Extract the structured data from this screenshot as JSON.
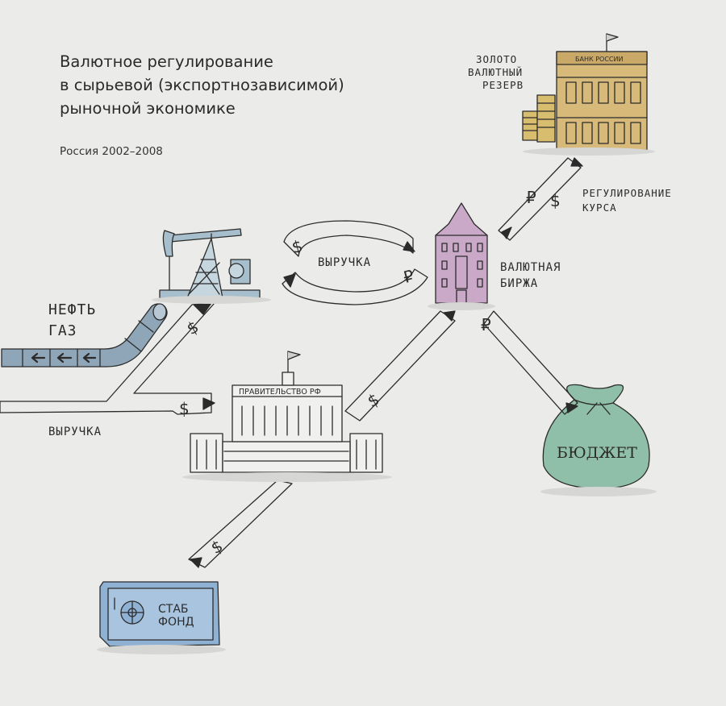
{
  "title_lines": [
    "Валютное регулирование",
    "в сырьевой (экспортнозависимой)",
    "рыночной экономике"
  ],
  "subtitle": "Россия 2002–2008",
  "labels": {
    "oil": "НЕФТЬ",
    "gas": "ГАЗ",
    "revenue_top": "ВЫРУЧКА",
    "revenue_bottom": "ВЫРУЧКА",
    "exchange_line1": "ВАЛЮТНАЯ",
    "exchange_line2": "БИРЖА",
    "reserve_line1": "ЗОЛОТО",
    "reserve_line2": "ВАЛЮТНЫЙ",
    "reserve_line3": "РЕЗЕРВ",
    "rate_line1": "РЕГУЛИРОВАНИЕ",
    "rate_line2": "КУРСА",
    "central_bank": "БАНК РОССИИ",
    "government": "ПРАВИТЕЛЬСТВО РФ",
    "budget": "БЮДЖЕТ",
    "fund_line1": "СТАБ",
    "fund_line2": "ФОНД"
  },
  "currency": {
    "dollar": "$",
    "ruble": "₽"
  },
  "colors": {
    "background": "#ebebe9",
    "ink": "#2b2b2b",
    "pipe": "#8fa6b8",
    "oil_pump": "#a7bfcc",
    "exchange": "#c9a8c8",
    "central_bank": "#d7b97a",
    "budget_bag": "#8fbfa8",
    "stab_fund": "#8fb1d4"
  },
  "icons": [
    "oil-pump-icon",
    "pipeline-icon",
    "exchange-building-icon",
    "central-bank-icon",
    "gold-coins-icon",
    "government-building-icon",
    "money-bag-icon",
    "safe-icon"
  ]
}
